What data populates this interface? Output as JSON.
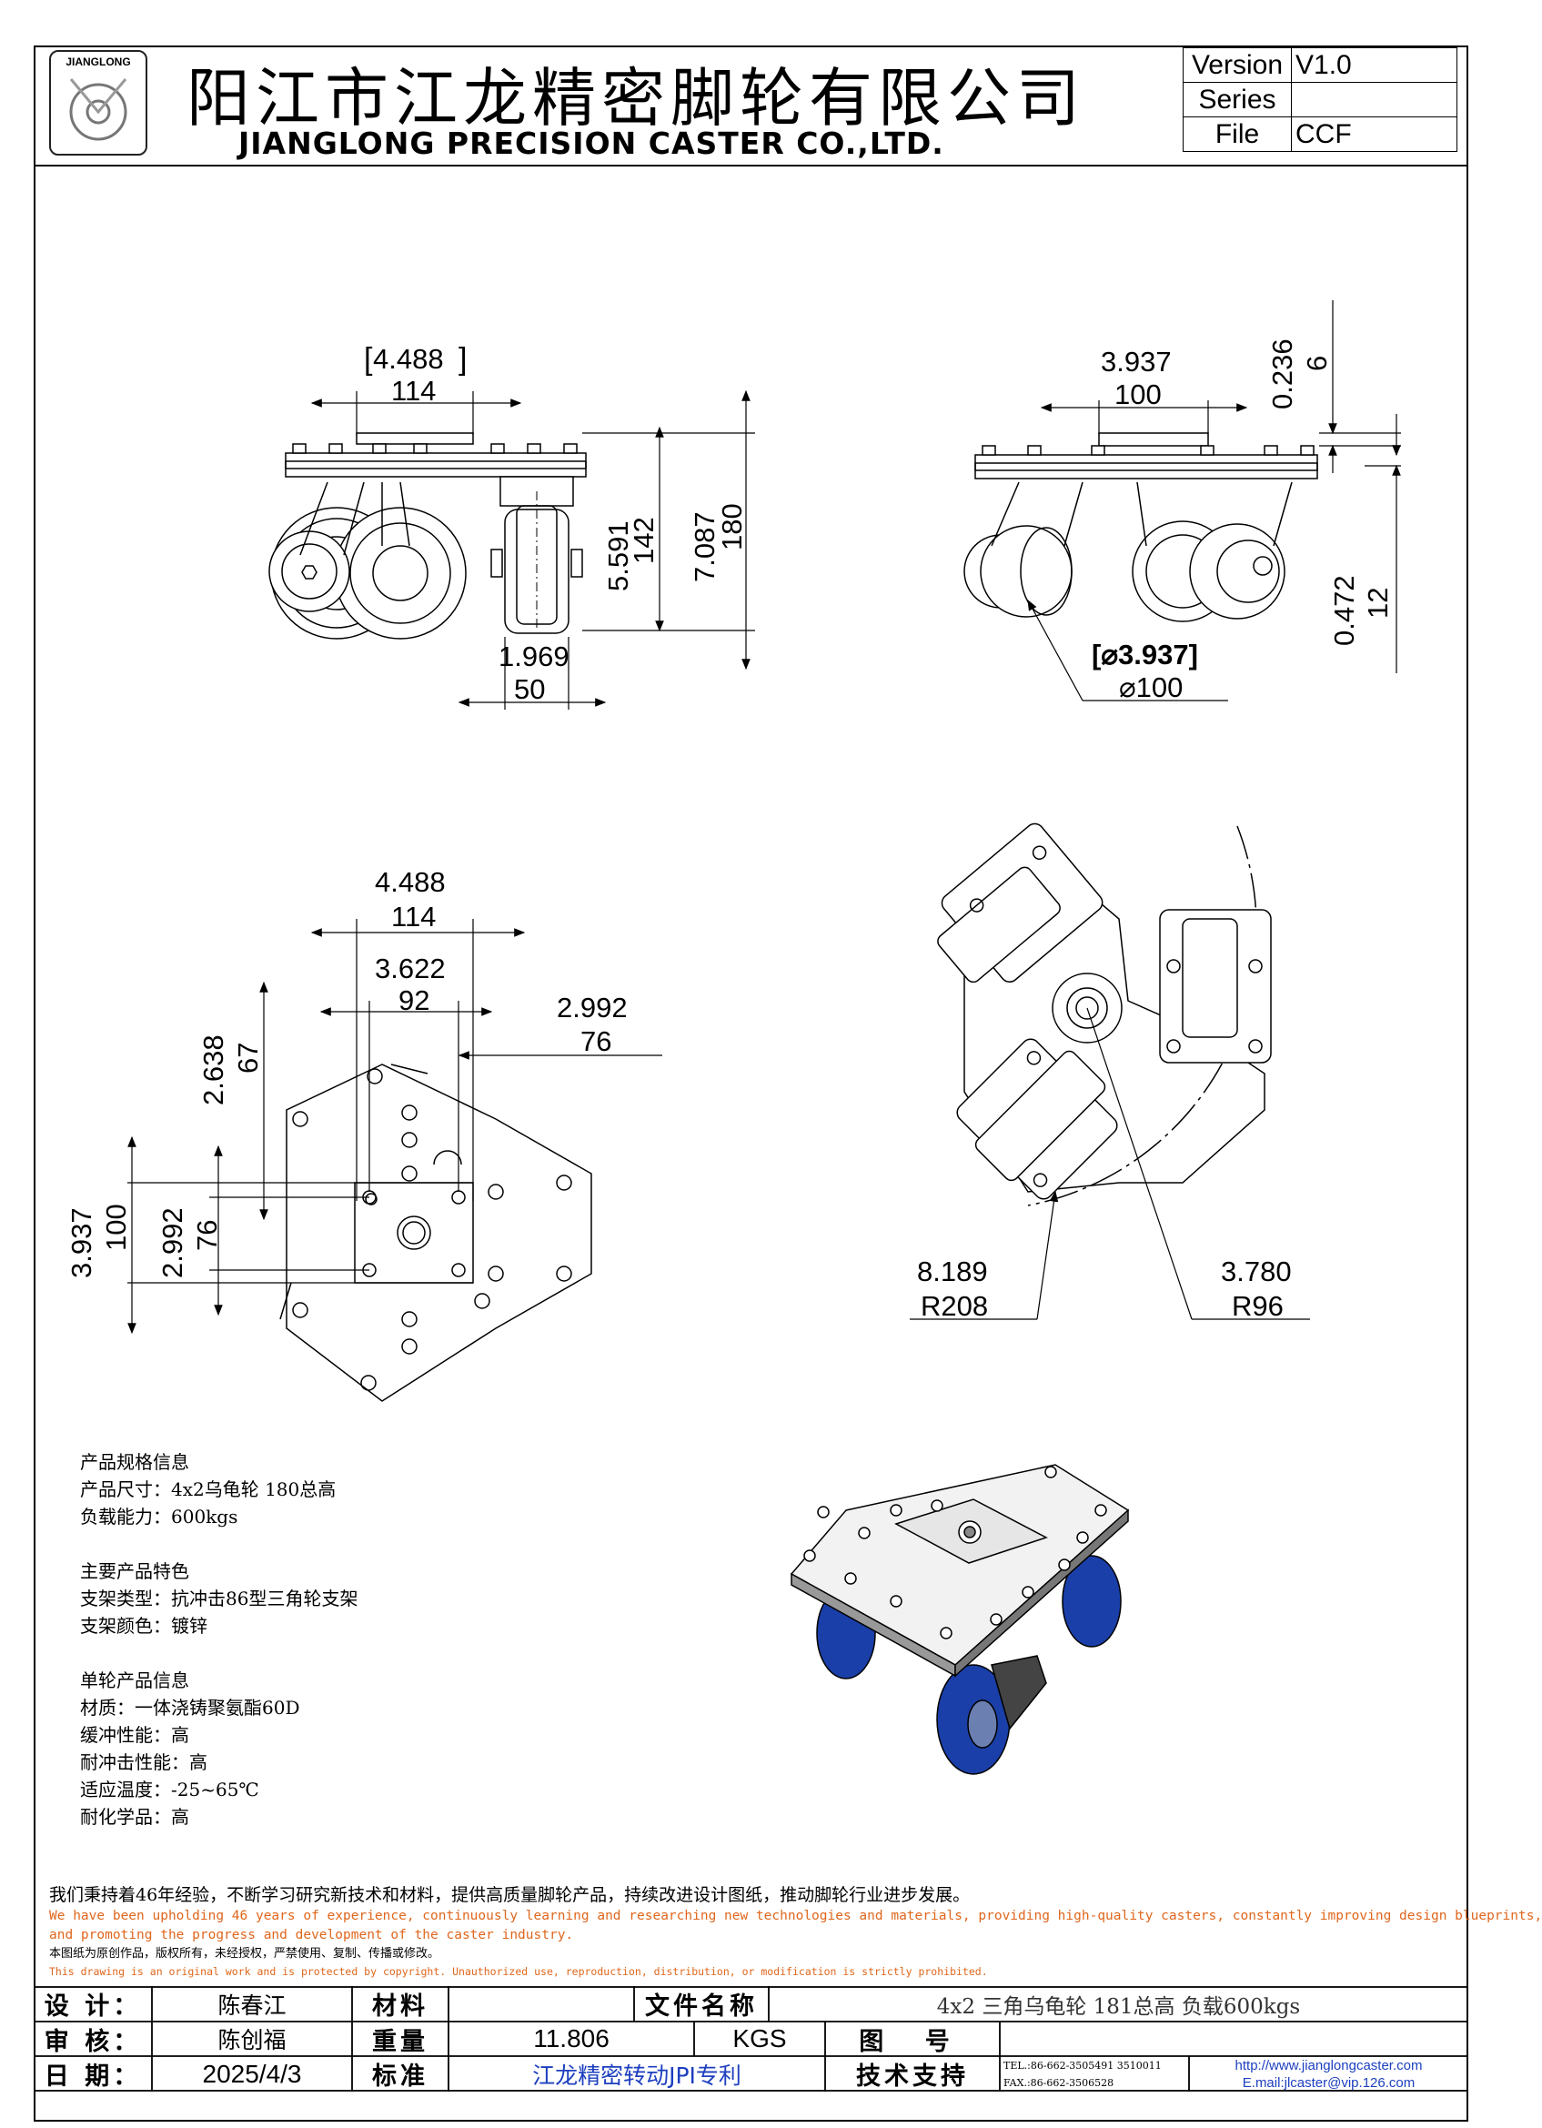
{
  "header": {
    "logo_text": "JIANGLONG",
    "company_cn": "阳江市江龙精密脚轮有限公司",
    "company_en": "JIANGLONG PRECISION CASTER CO.,LTD.",
    "version_table": [
      {
        "key": "Version",
        "value": "V1.0"
      },
      {
        "key": "Series",
        "value": ""
      },
      {
        "key": "File",
        "value": "CCF"
      }
    ]
  },
  "dimensions": {
    "front_view": {
      "width_in": "4.488",
      "width_mm": "114",
      "height_in": "5.591",
      "height_mm": "142",
      "total_height_in": "7.087",
      "total_height_mm": "180",
      "wheel_width_in": "1.969",
      "wheel_width_mm": "50"
    },
    "side_view": {
      "plate_in": "3.937",
      "plate_mm": "100",
      "plate_thickness_in": "0.236",
      "plate_thickness_mm": "6",
      "offset_in": "0.472",
      "offset_mm": "12",
      "wheel_dia_in": "[⌀3.937]",
      "wheel_dia_mm": "⌀100"
    },
    "top_view": {
      "width_in": "4.488",
      "width_mm": "114",
      "hole_span_in": "3.622",
      "hole_span_mm": "92",
      "hole_offset_in": "2.992",
      "hole_offset_mm": "76",
      "v_offset_in": "2.638",
      "v_offset_mm": "67",
      "plate_height_in": "3.937",
      "plate_height_mm": "100",
      "hole_height_in": "2.992",
      "hole_height_mm": "76"
    },
    "bottom_view": {
      "swing_radius_in": "8.189",
      "swing_radius_mm": "R208",
      "inner_radius_in": "3.780",
      "inner_radius_mm": "R96"
    }
  },
  "specs": [
    "产品规格信息",
    "产品尺寸：4x2乌龟轮 180总高",
    "负载能力：600kgs",
    "",
    "主要产品特色",
    "支架类型：抗冲击86型三角轮支架",
    "支架颜色：镀锌",
    "",
    "单轮产品信息",
    "材质：一体浇铸聚氨酯60D",
    "缓冲性能：高",
    "耐冲击性能：高",
    "适应温度：-25~65℃",
    "耐化学品：高"
  ],
  "promo": {
    "cn": "我们秉持着46年经验，不断学习研究新技术和材料，提供高质量脚轮产品，持续改进设计图纸，推动脚轮行业进步发展。",
    "en_1": "We have been upholding 46 years of experience, continuously learning and researching new technologies and materials, providing high-quality casters, constantly improving design blueprints,",
    "en_2": "and promoting the progress and development of the caster industry.",
    "cn_small": "本图纸为原创作品，版权所有，未经授权，严禁使用、复制、传播或修改。",
    "en_small": "This drawing is an original work and is protected by copyright. Unauthorized use, reproduction, distribution, or modification is strictly prohibited."
  },
  "title_block": {
    "design_label": "设 计：",
    "designer": "陈春江",
    "material_label": "材料",
    "material": "",
    "filename_label": "文件名称",
    "filename": "4x2 三角乌龟轮 181总高 负载600kgs",
    "review_label": "审 核：",
    "reviewer": "陈创福",
    "weight_label": "重量",
    "weight": "11.806",
    "weight_unit": "KGS",
    "drawing_no_label": "图 号",
    "drawing_no": "",
    "date_label": "日 期：",
    "date": "2025/4/3",
    "standard_label": "标准",
    "standard": "江龙精密转动JPI专利",
    "support_label": "技术支持",
    "tel": "TEL.:86-662-3505491 3510011",
    "fax": "FAX.:86-662-3506528",
    "website": "http://www.jianglongcaster.com",
    "email": "E.mail:jlcaster@vip.126.com"
  }
}
